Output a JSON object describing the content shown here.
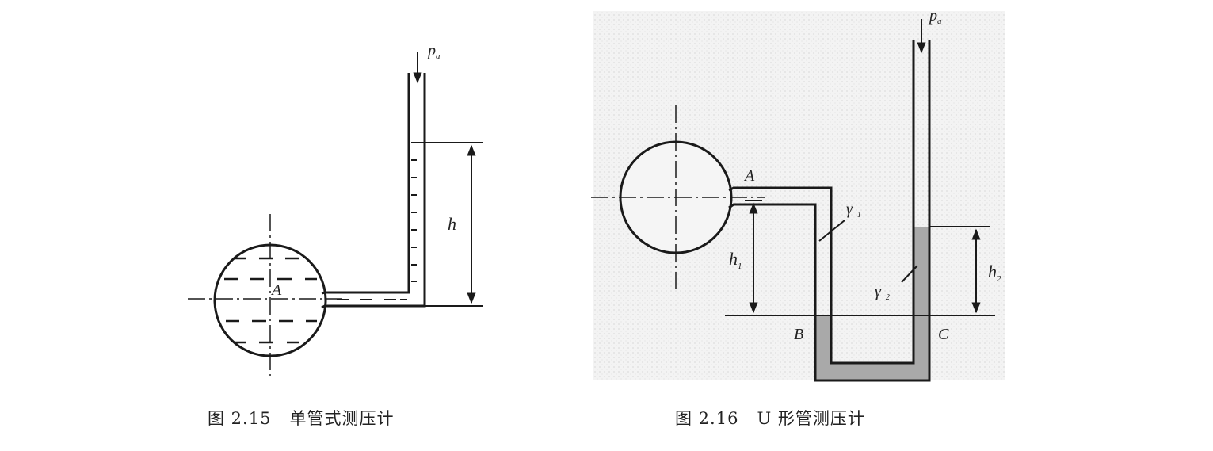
{
  "fig1": {
    "caption_number": "图 2.15",
    "caption_title": "单管式测压计",
    "labels": {
      "pressure_main": "p",
      "pressure_sub": "a",
      "point_a": "A",
      "height": "h"
    }
  },
  "fig2": {
    "caption_number": "图 2.16",
    "caption_title": "U 形管测压计",
    "labels": {
      "pressure_main": "p",
      "pressure_sub": "a",
      "point_a": "A",
      "point_b": "B",
      "point_c": "C",
      "h1_main": "h",
      "h1_sub": "1",
      "h2_main": "h",
      "h2_sub": "2",
      "gamma1_main": "γ",
      "gamma1_sub": "1",
      "gamma2_main": "γ",
      "gamma2_sub": "2"
    }
  },
  "colors": {
    "line": "#1a1a1a",
    "heavy_fluid": "#a9a9a9",
    "stipple_background": "#eeeeee"
  }
}
